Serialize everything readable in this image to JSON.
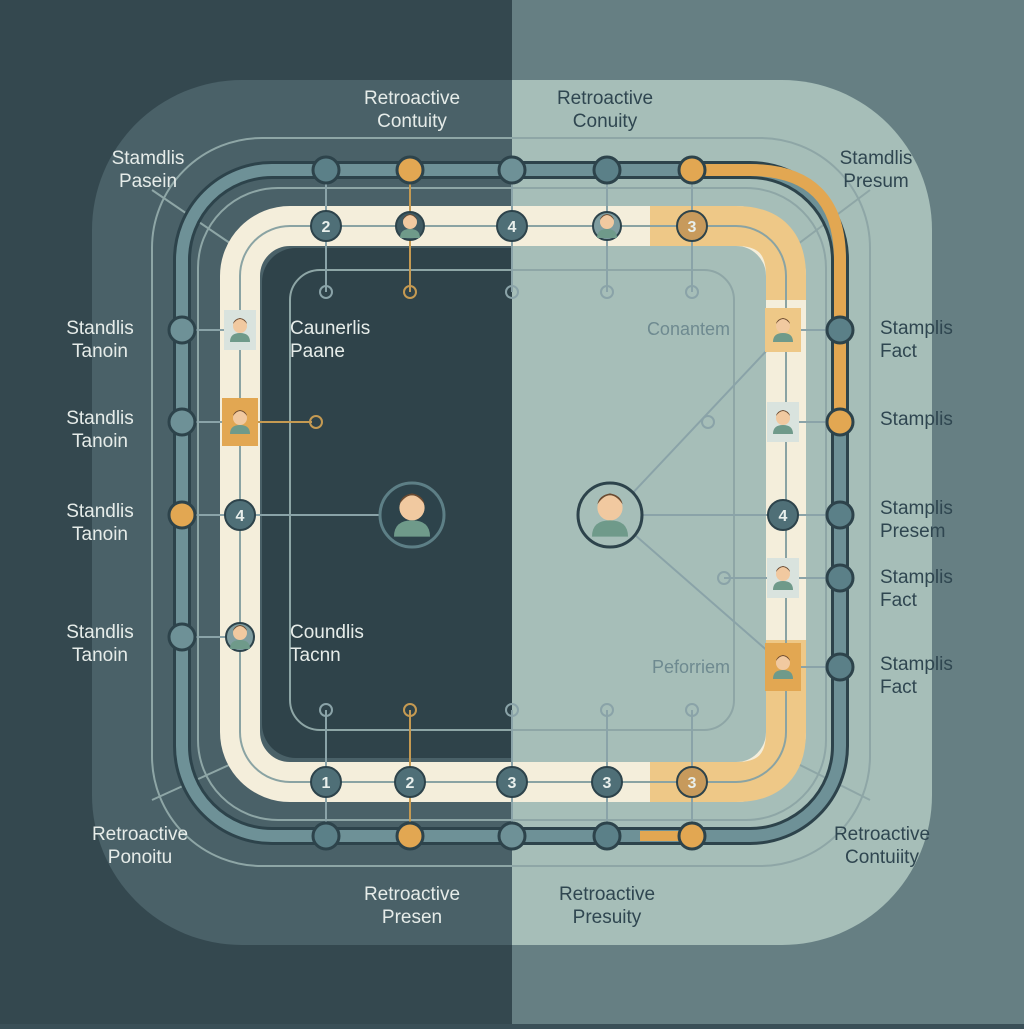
{
  "colors": {
    "bg_dark": "#34484f",
    "bg_light": "#667f83",
    "panel_light": "#a6beb8",
    "track": "#5d7f86",
    "cream": "#f4eedb",
    "amber": "#e2a752",
    "node_fill": "#5b8088",
    "node_stroke": "#2d434b"
  },
  "top_labels": [
    {
      "line1": "Retroactive",
      "line2": "Contuity"
    },
    {
      "line1": "Retroactive",
      "line2": "Conuity"
    }
  ],
  "bottom_labels": [
    {
      "line1": "Retroactive",
      "line2": "Presen"
    },
    {
      "line1": "Retroactive",
      "line2": "Presuity"
    }
  ],
  "corner_labels": {
    "top_left": {
      "line1": "Stamdlis",
      "line2": "Pasein"
    },
    "top_right": {
      "line1": "Stamdlis",
      "line2": "Presum"
    },
    "bottom_left": {
      "line1": "Retroactive",
      "line2": "Ponoitu"
    },
    "bottom_right": {
      "line1": "Retroactive",
      "line2": "Contuiity"
    }
  },
  "left_labels": [
    {
      "line1": "Standlis",
      "line2": "Tanoin"
    },
    {
      "line1": "Standlis",
      "line2": "Tanoin"
    },
    {
      "line1": "Standlis",
      "line2": "Tanoin"
    },
    {
      "line1": "Standlis",
      "line2": "Tanoin"
    }
  ],
  "right_labels": [
    {
      "line1": "Stamplis",
      "line2": "Fact"
    },
    {
      "line1": "Stamplis",
      "line2": ""
    },
    {
      "line1": "Stamplis",
      "line2": "Presem"
    },
    {
      "line1": "Stamplis",
      "line2": "Fact"
    },
    {
      "line1": "Stamplis",
      "line2": "Fact"
    }
  ],
  "inner_labels": {
    "left_top": {
      "line1": "Caunerlis",
      "line2": "Paane"
    },
    "left_bottom": {
      "line1": "Coundlis",
      "line2": "Tacnn"
    },
    "right_top": "Conantem",
    "right_bottom": "Peforriem"
  },
  "top_numbers": [
    "2",
    "4",
    "3"
  ],
  "bottom_numbers": [
    "1",
    "2",
    "3",
    "3",
    "3"
  ],
  "left_number": "4",
  "right_number": "4",
  "icons": [
    "person-icon"
  ]
}
